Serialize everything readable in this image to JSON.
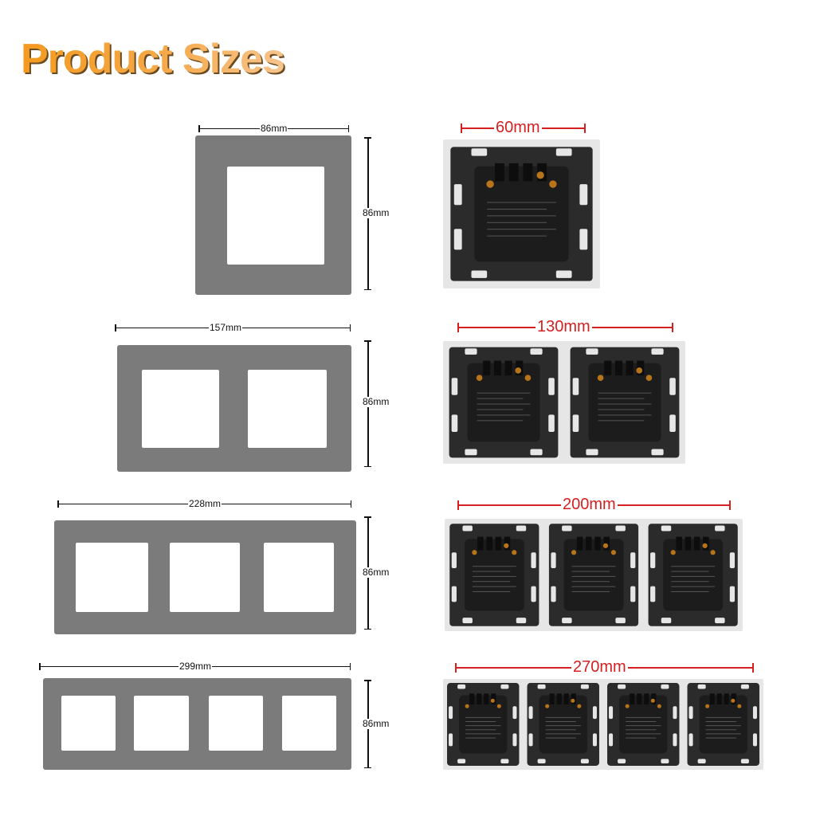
{
  "title": "Product Sizes",
  "colors": {
    "title": "#f39a1e",
    "frame": "#7b7b7b",
    "dimension_red": "#d42020"
  },
  "rows": [
    {
      "frame_width": "86mm",
      "frame_height": "86mm",
      "gangs": 1,
      "module_width": "60mm"
    },
    {
      "frame_width": "157mm",
      "frame_height": "86mm",
      "gangs": 2,
      "module_width": "130mm"
    },
    {
      "frame_width": "228mm",
      "frame_height": "86mm",
      "gangs": 3,
      "module_width": "200mm"
    },
    {
      "frame_width": "299mm",
      "frame_height": "86mm",
      "gangs": 4,
      "module_width": "270mm"
    }
  ]
}
